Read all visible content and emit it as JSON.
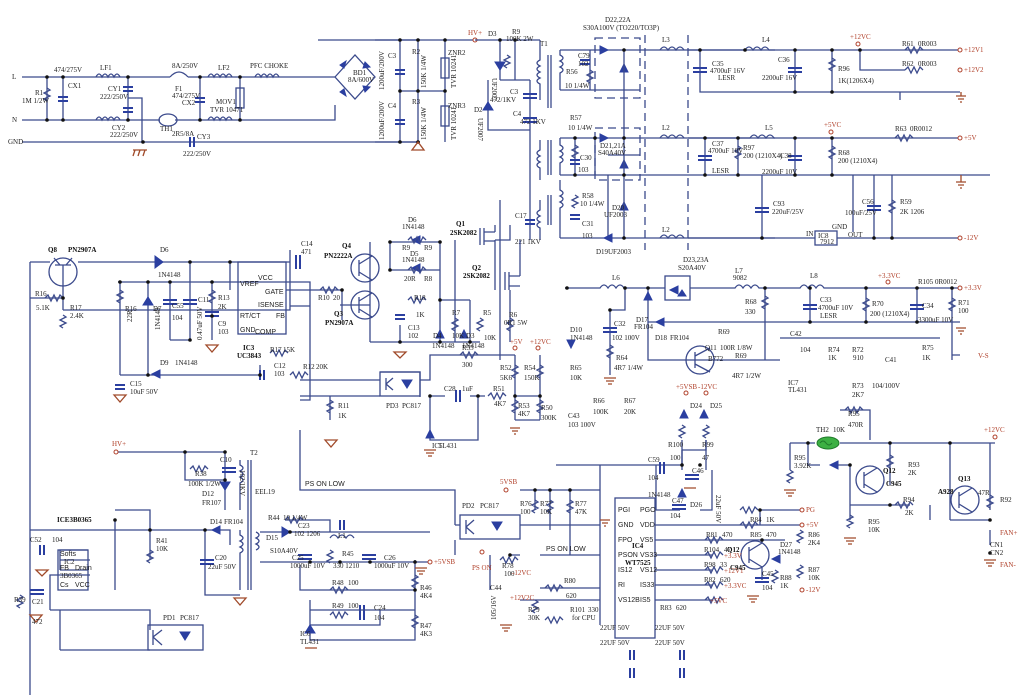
{
  "title": "ATX Power Supply Schematic",
  "colors": {
    "wire": "#3b4a8c",
    "component": "#2b3fa0",
    "ground": "#a04a2a",
    "net_label": "#b0402a",
    "thermistor": "#3cb043"
  },
  "input": {
    "terminals": [
      "L",
      "N",
      "GND"
    ],
    "r1": {
      "ref": "R1",
      "value": "1M 1/2W"
    },
    "cx1": {
      "ref": "CX1",
      "value": "474/275V"
    },
    "lf1": "LF1",
    "cy1": {
      "ref": "CY1",
      "value": "222/250V"
    },
    "cy2": {
      "ref": "CY2",
      "value": "222/250V"
    },
    "fuse": {
      "ref": "F1",
      "value": "8A/250V"
    },
    "cx2": {
      "ref": "CX2",
      "value": "474/275V"
    },
    "th1": {
      "ref": "TH1",
      "value": "2R5/8A"
    },
    "cy3": {
      "ref": "CY3",
      "value": "222/250V"
    },
    "lf2": "LF2",
    "mov1": {
      "ref": "MOV1",
      "value": "TVR 10471"
    },
    "pfc": "PFC CHOKE",
    "bd1": {
      "ref": "BD1",
      "value": "8A/600V"
    }
  },
  "bulk": {
    "c3": {
      "ref": "C3",
      "value": "1200uF/200V"
    },
    "c4": {
      "ref": "C4",
      "value": "1200uF/200V"
    },
    "r2": {
      "ref": "R2",
      "value": "150K 1/4W"
    },
    "r3": {
      "ref": "R3",
      "value": "150K 1/4W"
    },
    "znr2": {
      "ref": "ZNR2",
      "value": "TVR 10241"
    },
    "znr3": {
      "ref": "ZNR3",
      "value": "TVR 10241"
    },
    "hv": "HV+"
  },
  "main_xfmr": {
    "d3": {
      "ref": "D3",
      "value": "UF2007"
    },
    "r9": {
      "ref": "R9",
      "value": "100K 2W"
    },
    "t1": "T1",
    "c3b": {
      "ref": "C3",
      "value": "472/1KV"
    },
    "c4b": {
      "ref": "C4",
      "value": "472 1KV"
    },
    "d2": {
      "ref": "D2",
      "value": "UF2007"
    },
    "c79": {
      "ref": "C79",
      "value": "102"
    },
    "r56": {
      "ref": "R56",
      "value": "10 1/4W"
    },
    "r57": {
      "ref": "R57",
      "value": "10 1/4W"
    },
    "c30": {
      "ref": "C30",
      "value": "103"
    },
    "r58": {
      "ref": "R58",
      "value": "10 1/4W"
    },
    "c31": {
      "ref": "C31",
      "value": "103"
    },
    "c17": {
      "ref": "C17",
      "value": "221 1KV"
    },
    "d22": {
      "ref": "D22,22A",
      "value": "S30A100V (TO220/TO3P)"
    },
    "d21": {
      "ref": "D21,21A",
      "value": "S40A40V"
    },
    "d20": {
      "ref": "D20",
      "value": "UF2003"
    },
    "d19": {
      "ref": "D19",
      "value": "UF2003"
    },
    "pins": [
      "1",
      "2",
      "4",
      "5",
      "6",
      "10",
      "11,12",
      "14"
    ]
  },
  "rail12": {
    "c35": {
      "ref": "C35",
      "value": "4700uF 16V",
      "note": "LESR"
    },
    "l4": "L4",
    "c36": {
      "ref": "C36",
      "value": "2200uF 16V"
    },
    "r96": {
      "ref": "R96",
      "value": "1K(1206X4)"
    },
    "net": "+12VC",
    "r61": {
      "ref": "R61",
      "value": "0R003"
    },
    "r62": {
      "ref": "R62",
      "value": "0R003"
    },
    "out1": "+12V1",
    "out2": "+12V2"
  },
  "rail5": {
    "c37": {
      "ref": "C37",
      "value": "4700uF 10V",
      "note": "LESR"
    },
    "r97": {
      "ref": "R97",
      "value": "200 (1210X4)"
    },
    "l5": "L5",
    "c38": {
      "ref": "C38",
      "value": "2200uF 10V"
    },
    "r68": {
      "ref": "R68",
      "value": "200 (1210X4)"
    },
    "net": "+5VC",
    "r63": {
      "ref": "R63",
      "value": "0R0012"
    },
    "out": "+5V"
  },
  "rail_neg12": {
    "c93": {
      "ref": "C93",
      "value": "220uF/25V"
    },
    "ic8": {
      "ref": "IC8",
      "value": "7912",
      "pins": [
        "IN",
        "GND",
        "OUT"
      ]
    },
    "c56": {
      "ref": "C56",
      "value": "100uF/25V"
    },
    "r59": {
      "ref": "R59",
      "value": "2K 1206"
    },
    "out": "-12V",
    "l2": "L2",
    "l3": "L3"
  },
  "rail33": {
    "l6": "L6",
    "d23": {
      "ref": "D23,23A",
      "value": "S20A40V"
    },
    "l7": {
      "ref": "L7",
      "value": "9082"
    },
    "l8": "L8",
    "c33": {
      "ref": "C33",
      "value": "4700uF 10V",
      "note": "LESR"
    },
    "r70": {
      "ref": "R70",
      "value": "200 (1210X4)"
    },
    "net": "+3.3VC",
    "r105": {
      "ref": "R105",
      "value": "0R0012"
    },
    "c34": {
      "ref": "C34",
      "value": "3300uF 10V"
    },
    "r71": {
      "ref": "R71",
      "value": "100"
    },
    "out": "+3.3V",
    "vs": "V-S",
    "c32": {
      "ref": "C32",
      "value": "102 100V"
    },
    "r64": {
      "ref": "R64",
      "value": "4R7 1/4W"
    },
    "d17": {
      "ref": "D17",
      "value": "FR104"
    },
    "d18": {
      "ref": "D18",
      "value": "FR104"
    },
    "r68": {
      "ref": "R68",
      "value": "330"
    },
    "r69a": {
      "ref": "R69",
      "value": "100R 1/8W"
    },
    "r69b": {
      "ref": "R69",
      "value": "4R7 1/2W"
    },
    "q11": {
      "ref": "Q11",
      "value": "B772"
    },
    "c42": {
      "ref": "C42",
      "value": "104"
    },
    "r74": {
      "ref": "R74",
      "value": "1K"
    },
    "r72": {
      "ref": "R72",
      "value": "910"
    },
    "r75": {
      "ref": "R75",
      "value": "1K"
    },
    "c41": {
      "ref": "C41",
      "value": "104/100V"
    },
    "r73": {
      "ref": "R73",
      "value": "2K7"
    },
    "ic7": {
      "ref": "IC7",
      "value": "TL431"
    },
    "d10": {
      "ref": "D10",
      "value": "1N4148"
    },
    "r65": {
      "ref": "R65",
      "value": "10K"
    },
    "c43": {
      "ref": "C43",
      "value": "103 100V"
    },
    "r66": {
      "ref": "R66",
      "value": "100K"
    },
    "r67": {
      "ref": "R67",
      "value": "20K"
    }
  },
  "primary_ctrl": {
    "q8": {
      "ref": "Q8",
      "value": "PN2907A"
    },
    "r16": {
      "ref": "R16",
      "value": "5.1K"
    },
    "r17": {
      "ref": "R17",
      "value": "2.4K"
    },
    "d6": {
      "ref": "D6",
      "value": "1N4148"
    },
    "r16b": {
      "ref": "R16",
      "value": "22R"
    },
    "d7": {
      "ref": "D7",
      "value": "1N4148"
    },
    "c55": {
      "ref": "C55",
      "value": "104"
    },
    "c11": {
      "ref": "C11",
      "value": "0.47uF 50V"
    },
    "r13": {
      "ref": "R13",
      "value": "2K"
    },
    "c9": {
      "ref": "C9",
      "value": "103"
    },
    "ic3": {
      "ref": "IC3",
      "value": "UC3843",
      "pins": [
        "VREF",
        "VCC",
        "GATE",
        "ISENSE",
        "RT/CT",
        "FB",
        "GND",
        "COMP"
      ]
    },
    "c14": {
      "ref": "C14",
      "value": "471"
    },
    "d9": {
      "ref": "D9",
      "value": "1N4148"
    },
    "c15": {
      "ref": "C15",
      "value": "10uF 50V"
    },
    "r17b": {
      "ref": "R17",
      "value": "15K"
    },
    "c12": {
      "ref": "C12",
      "value": "103"
    },
    "r12": {
      "ref": "R12",
      "value": "20K"
    },
    "r11": {
      "ref": "R11",
      "value": "1K"
    },
    "q4": {
      "ref": "Q4",
      "value": "PN2222A"
    },
    "q3": {
      "ref": "Q3",
      "value": "PN2907A"
    },
    "r10": {
      "ref": "R10",
      "value": "20"
    },
    "c13": {
      "ref": "C13",
      "value": "102"
    },
    "d6b": {
      "ref": "D6",
      "value": "1N4148"
    },
    "r9b": {
      "ref": "R9",
      "value": "20R"
    },
    "d5": {
      "ref": "D5",
      "value": "1N4148"
    },
    "r8": {
      "ref": "R8",
      "value": "20R"
    },
    "r18": {
      "ref": "R18",
      "value": "1K"
    },
    "q1": {
      "ref": "Q1",
      "value": "2SK2082"
    },
    "q2": {
      "ref": "Q2",
      "value": "2SK2082"
    },
    "d4": {
      "ref": "D4",
      "value": "1N4148"
    },
    "r7": {
      "ref": "R7",
      "value": "10K"
    },
    "d3b": {
      "ref": "D3",
      "value": "1N4148"
    },
    "r5": {
      "ref": "R5",
      "value": "10K"
    },
    "r6": {
      "ref": "R6",
      "value": "0R1 5W"
    }
  },
  "feedback": {
    "pd3": {
      "ref": "PD3",
      "value": "PC817"
    },
    "r55": {
      "ref": "R55",
      "value": "300"
    },
    "c28": {
      "ref": "C28",
      "value": "1uF"
    },
    "r51": {
      "ref": "R51",
      "value": "4K7"
    },
    "ic5": {
      "ref": "IC5",
      "value": "TL431"
    },
    "r52": {
      "ref": "R52",
      "value": "5K6"
    },
    "r54": {
      "ref": "R54",
      "value": "150K"
    },
    "r53": {
      "ref": "R53",
      "value": "4K7"
    },
    "r50": {
      "ref": "R50",
      "value": "300K"
    },
    "nets": [
      "+5V",
      "+12VC"
    ]
  },
  "standby": {
    "hv": "HV+",
    "t2": {
      "ref": "T2",
      "value": "EEL19"
    },
    "c10": {
      "ref": "C10",
      "value": "102/1KV"
    },
    "r38": {
      "ref": "R38",
      "value": "100K 1/2W"
    },
    "d12": {
      "ref": "D12",
      "value": "FR107"
    },
    "ic_title": "ICE3B0365",
    "ic2": {
      "ref": "IC2",
      "value": "3B0365",
      "pins": [
        "Softs",
        "GND",
        "FB",
        "Cs",
        "Drain",
        "VCC"
      ]
    },
    "c52": {
      "ref": "C52",
      "value": "104"
    },
    "d14": {
      "ref": "D14",
      "value": "FR104"
    },
    "r41": {
      "ref": "R41",
      "value": "10K"
    },
    "c20": {
      "ref": "C20",
      "value": "22uF 50V"
    },
    "r39": {
      "ref": "R39",
      "value": "0R"
    },
    "c21": {
      "ref": "C21",
      "value": "472"
    },
    "pd1": {
      "ref": "PD1",
      "value": "PC817"
    },
    "r44": {
      "ref": "R44",
      "value": "10 1/4W"
    },
    "c23": {
      "ref": "C23",
      "value": "102 1206"
    },
    "d15": {
      "ref": "D15",
      "value": "S10A40V"
    },
    "l1": "L1",
    "c25": {
      "ref": "C25",
      "value": "1000uF 10V"
    },
    "r45": {
      "ref": "R45",
      "value": "330 1210"
    },
    "c26": {
      "ref": "C26",
      "value": "1000uF 10V"
    },
    "out": "+5VSB",
    "r48": {
      "ref": "R48",
      "value": "100"
    },
    "r46": {
      "ref": "R46",
      "value": "4K4"
    },
    "r49": {
      "ref": "R49",
      "value": "100"
    },
    "c24": {
      "ref": "C24",
      "value": "104"
    },
    "r47": {
      "ref": "R47",
      "value": "4K3"
    },
    "ic6": {
      "ref": "IC6",
      "value": "TL431"
    },
    "ps_on_low": "PS ON LOW"
  },
  "supervisor": {
    "pd2": {
      "ref": "PD2",
      "value": "PC817"
    },
    "net5vsb": "5VSB",
    "r76": {
      "ref": "R76",
      "value": "100"
    },
    "r77a": {
      "ref": "R77",
      "value": "10K"
    },
    "r77b": {
      "ref": "R77",
      "value": "47K"
    },
    "ps_on": "PS ON",
    "r78": {
      "ref": "R78",
      "value": "100"
    },
    "c44": {
      "ref": "C44",
      "value": "105/16V"
    },
    "r79": {
      "ref": "R79",
      "value": "30K"
    },
    "r80": {
      "ref": "R80",
      "value": "620"
    },
    "r101": {
      "ref": "R101",
      "value": "330",
      "note": "for CPU"
    },
    "ic4": {
      "ref": "IC4",
      "value": "WT7525",
      "left_pins": [
        "PGI",
        "GND",
        "FPO",
        "PSON",
        "IS12",
        "RI",
        "VS12B"
      ],
      "right_pins": [
        "PGO",
        "VDD",
        "VS5",
        "VS33",
        "VS12",
        "IS33",
        "IS5"
      ]
    },
    "r81": {
      "ref": "R81",
      "value": "470"
    },
    "r104": {
      "ref": "R104",
      "value": "47"
    },
    "r98": {
      "ref": "R98",
      "value": "33"
    },
    "r82": {
      "ref": "R82",
      "value": "620"
    },
    "r83": {
      "ref": "R83",
      "value": "620"
    },
    "outs": [
      "+3.3V",
      "+12V1",
      "+3.3VC",
      "+5VC"
    ],
    "caps": [
      "22UF 50V",
      "22UF 50V",
      "22UF 50V",
      "22UF 50V"
    ],
    "c59": {
      "ref": "C59",
      "value": "104"
    },
    "c46": {
      "ref": "C46",
      "value": "22uF 50V"
    },
    "d26": {
      "ref": "D26",
      "value": "1N4148"
    },
    "c47": {
      "ref": "C47",
      "value": "104"
    },
    "d24": {
      "ref": "D24",
      "value": "1N4148"
    },
    "d25": {
      "ref": "D25",
      "value": "1N4148"
    },
    "r100": {
      "ref": "R100",
      "value": "100"
    },
    "r99": {
      "ref": "R99",
      "value": "47"
    },
    "r84": {
      "ref": "R84",
      "value": "1K"
    },
    "r85": {
      "ref": "R85",
      "value": "470"
    },
    "q12": {
      "ref": "Q12",
      "value": "C945"
    },
    "c45": {
      "ref": "C45",
      "value": "104"
    },
    "r88": {
      "ref": "R88",
      "value": "1K"
    },
    "d27": {
      "ref": "D27",
      "value": "1N4148"
    },
    "r86": {
      "ref": "R86",
      "value": "2K4"
    },
    "r87": {
      "ref": "R87",
      "value": "10K"
    },
    "pg": "PG",
    "nets": [
      "-12VC",
      "+12V2C",
      "+5VSB",
      "-12VC",
      "+5V",
      "-12V"
    ]
  },
  "fan": {
    "th2": {
      "ref": "TH2",
      "value": "10K"
    },
    "r95": {
      "ref": "R95",
      "value": "470R"
    },
    "r95b": {
      "ref": "R95",
      "value": "3.92K"
    },
    "q12": {
      "ref": "Q12",
      "value": "C945"
    },
    "r93": {
      "ref": "R93",
      "value": "2K"
    },
    "r94": {
      "ref": "R94",
      "value": "2K"
    },
    "q13": {
      "ref": "Q13",
      "value": "A928"
    },
    "r92": {
      "ref": "R92",
      "value": "47R"
    },
    "r95c": {
      "ref": "R95",
      "value": "10K"
    },
    "net": "+12VC",
    "cn1": "CN1",
    "cn2": "CN2",
    "fan_pos": "FAN+",
    "fan_neg": "FAN-"
  }
}
